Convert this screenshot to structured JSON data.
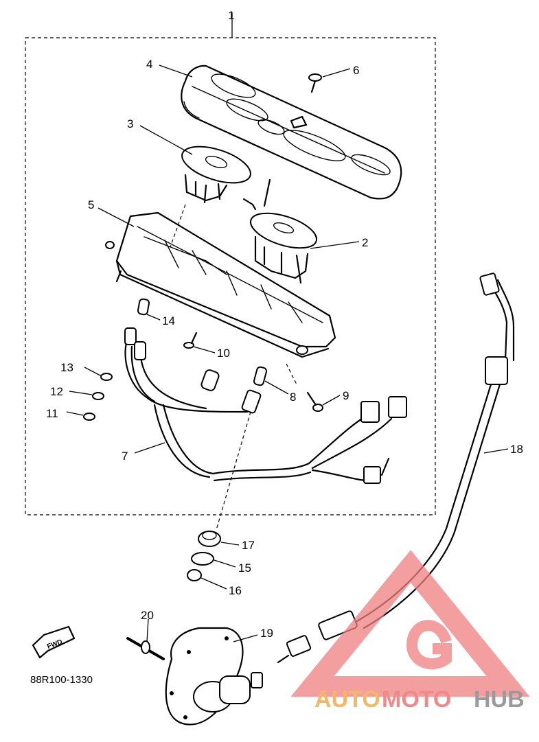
{
  "diagram": {
    "assembly_label": "1",
    "part_labels": [
      "2",
      "3",
      "4",
      "5",
      "6",
      "7",
      "8",
      "9",
      "10",
      "11",
      "12",
      "13",
      "14",
      "15",
      "16",
      "17",
      "18",
      "19",
      "20"
    ],
    "code": "88R100-1330",
    "fwd_label": "FWD"
  },
  "watermark": {
    "part1": "AUTO",
    "part2": "MOTO",
    "part3": "HUB",
    "colors": {
      "auto": "#f3b866",
      "moto": "#f08a8a",
      "hub": "#9a9a9a",
      "logo": "#f07f7f"
    }
  }
}
